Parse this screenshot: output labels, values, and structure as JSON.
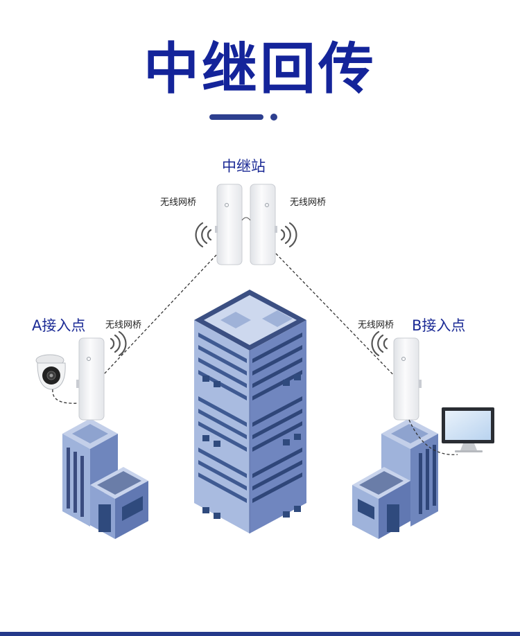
{
  "title": "中继回传",
  "colors": {
    "title": "#14249a",
    "label": "#1b2a95",
    "accent": "#2d3f8f",
    "building_light": "#9fb3db",
    "building_mid": "#6f86bd",
    "building_dark": "#3a4c7f",
    "window": "#2f4a7d",
    "device": "#f4f5f7",
    "bottom_line": "#24398a"
  },
  "relay": {
    "label": "中继站",
    "left_device_label": "无线网桥",
    "right_device_label": "无线网桥"
  },
  "point_a": {
    "label": "A接入点",
    "device_label": "无线网桥",
    "peripheral_icon": "dome-camera-icon"
  },
  "point_b": {
    "label": "B接入点",
    "device_label": "无线网桥",
    "peripheral_icon": "monitor-icon"
  },
  "icons": {
    "wireless": "wifi-signal-icon",
    "building": "office-building-icon"
  }
}
